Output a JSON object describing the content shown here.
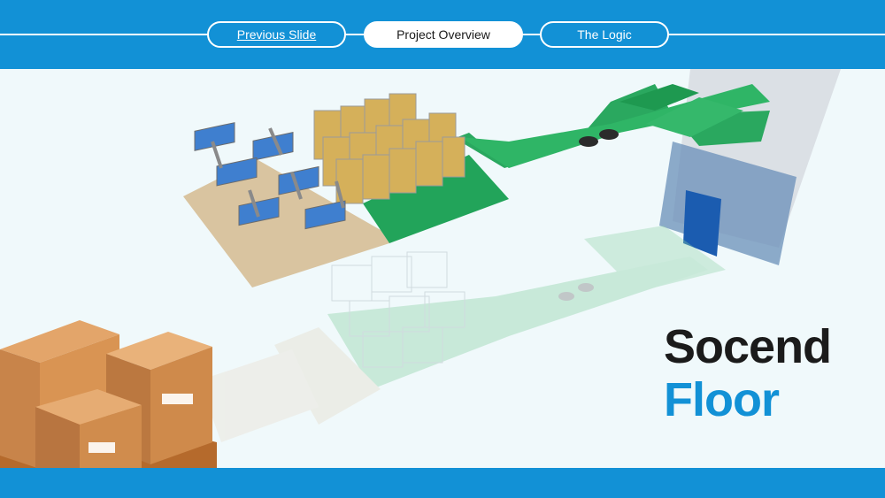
{
  "nav": {
    "previous_label": "Previous Slide",
    "overview_label": "Project Overview",
    "logic_label": "The Logic"
  },
  "heading": {
    "line1": "Socend",
    "line2": "Floor"
  },
  "colors": {
    "brand_blue": "#1291d6",
    "conveyor_green": "#22a45a",
    "floor_tan": "#d9c4a0",
    "background": "#f0f9fb"
  },
  "icons": [
    "cardboard-box-stack-icon",
    "delivery-truck-icon",
    "conveyor-robot-icon"
  ]
}
